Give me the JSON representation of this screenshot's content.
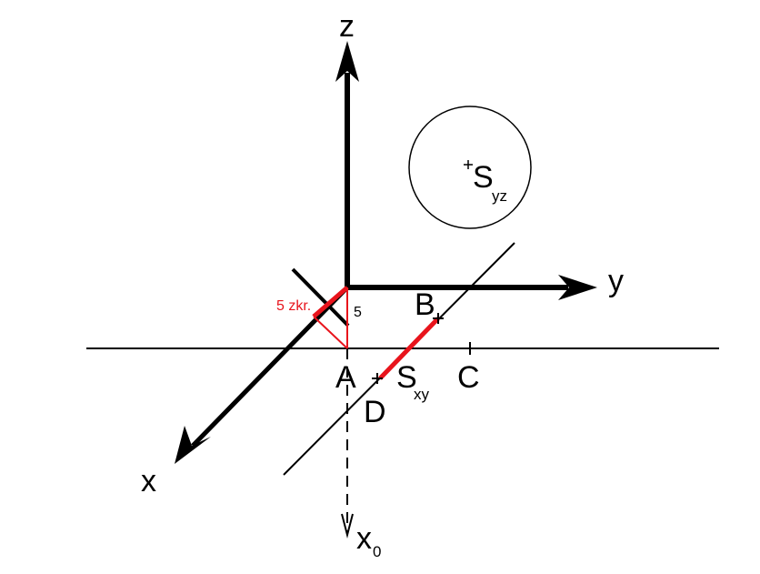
{
  "diagram": {
    "axes": {
      "z_label": "z",
      "y_label": "y",
      "x_label": "x",
      "x0_main": "x",
      "x0_sub": "0"
    },
    "points": {
      "A": "A",
      "B": "B",
      "C": "C",
      "D": "D",
      "S_xy_main": "S",
      "S_xy_sub": "xy",
      "S_yz_main": "S",
      "S_yz_sub": "yz"
    },
    "annotations": {
      "shortening": "5 zkr.",
      "unit_length": "5"
    },
    "colors": {
      "ink": "#000000",
      "highlight": "#e8141c"
    }
  }
}
